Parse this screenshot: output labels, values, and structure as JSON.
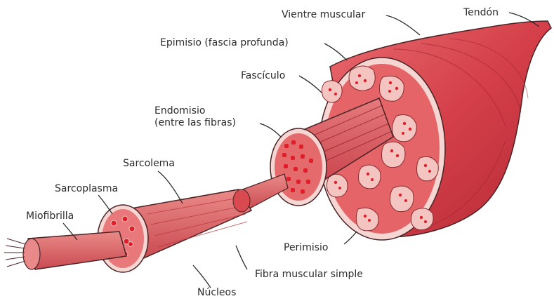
{
  "diagram": {
    "labels": {
      "vientre": "Vientre muscular",
      "tendon": "Tendón",
      "epimisio": "Epimisio (fascia profunda)",
      "fasciculo": "Fascículo",
      "endomisio": "Endomisio\n(entre las fibras)",
      "sarcolema": "Sarcolema",
      "sarcoplasma": "Sarcoplasma",
      "miofibrilla": "Miofibrilla",
      "perimisio": "Perimisio",
      "fibra": "Fibra muscular simple",
      "nucleos": "Núcleos"
    },
    "colors": {
      "muscle_base": "#d9474f",
      "muscle_dark": "#a2202b",
      "muscle_light": "#f0a9a6",
      "sheath": "#f6d6d2",
      "nucleus": "#e01e2a",
      "outline": "#4a2326",
      "leader": "#2b2b2b"
    }
  }
}
